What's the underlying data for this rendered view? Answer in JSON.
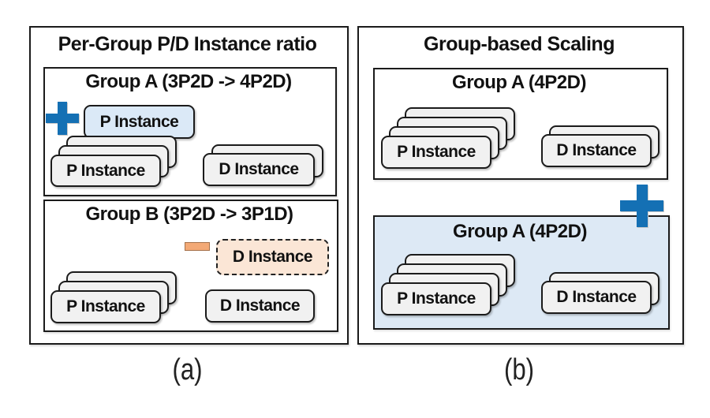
{
  "colors": {
    "blue": "#1470b4",
    "card_gray": "#f1f1f1",
    "card_blue": "#dbe9f7",
    "box_blue": "#dde9f5",
    "card_peach": "#fbe6d6",
    "minus_orange": "#f3a976",
    "line": "#1b1b1b"
  },
  "panel_a": {
    "title": "Per-Group P/D Instance ratio",
    "caption": "(a)",
    "group_a": {
      "title": "Group A (3P2D -> 4P2D)",
      "added_p_card": "P Instance",
      "p_stack": {
        "label": "P Instance",
        "count": 3
      },
      "d_stack": {
        "label": "D Instance",
        "count": 2
      }
    },
    "group_b": {
      "title": "Group B (3P2D -> 3P1D)",
      "removed_d_card": "D Instance",
      "p_stack": {
        "label": "P Instance",
        "count": 3
      },
      "d_stack": {
        "label": "D Instance",
        "count": 1
      }
    }
  },
  "panel_b": {
    "title": "Group-based Scaling",
    "caption": "(b)",
    "group_existing": {
      "title": "Group A (4P2D)",
      "p_stack": {
        "label": "P Instance",
        "count": 4
      },
      "d_stack": {
        "label": "D Instance",
        "count": 2
      }
    },
    "group_added": {
      "title": "Group A (4P2D)",
      "p_stack": {
        "label": "P Instance",
        "count": 4
      },
      "d_stack": {
        "label": "D Instance",
        "count": 2
      }
    }
  }
}
